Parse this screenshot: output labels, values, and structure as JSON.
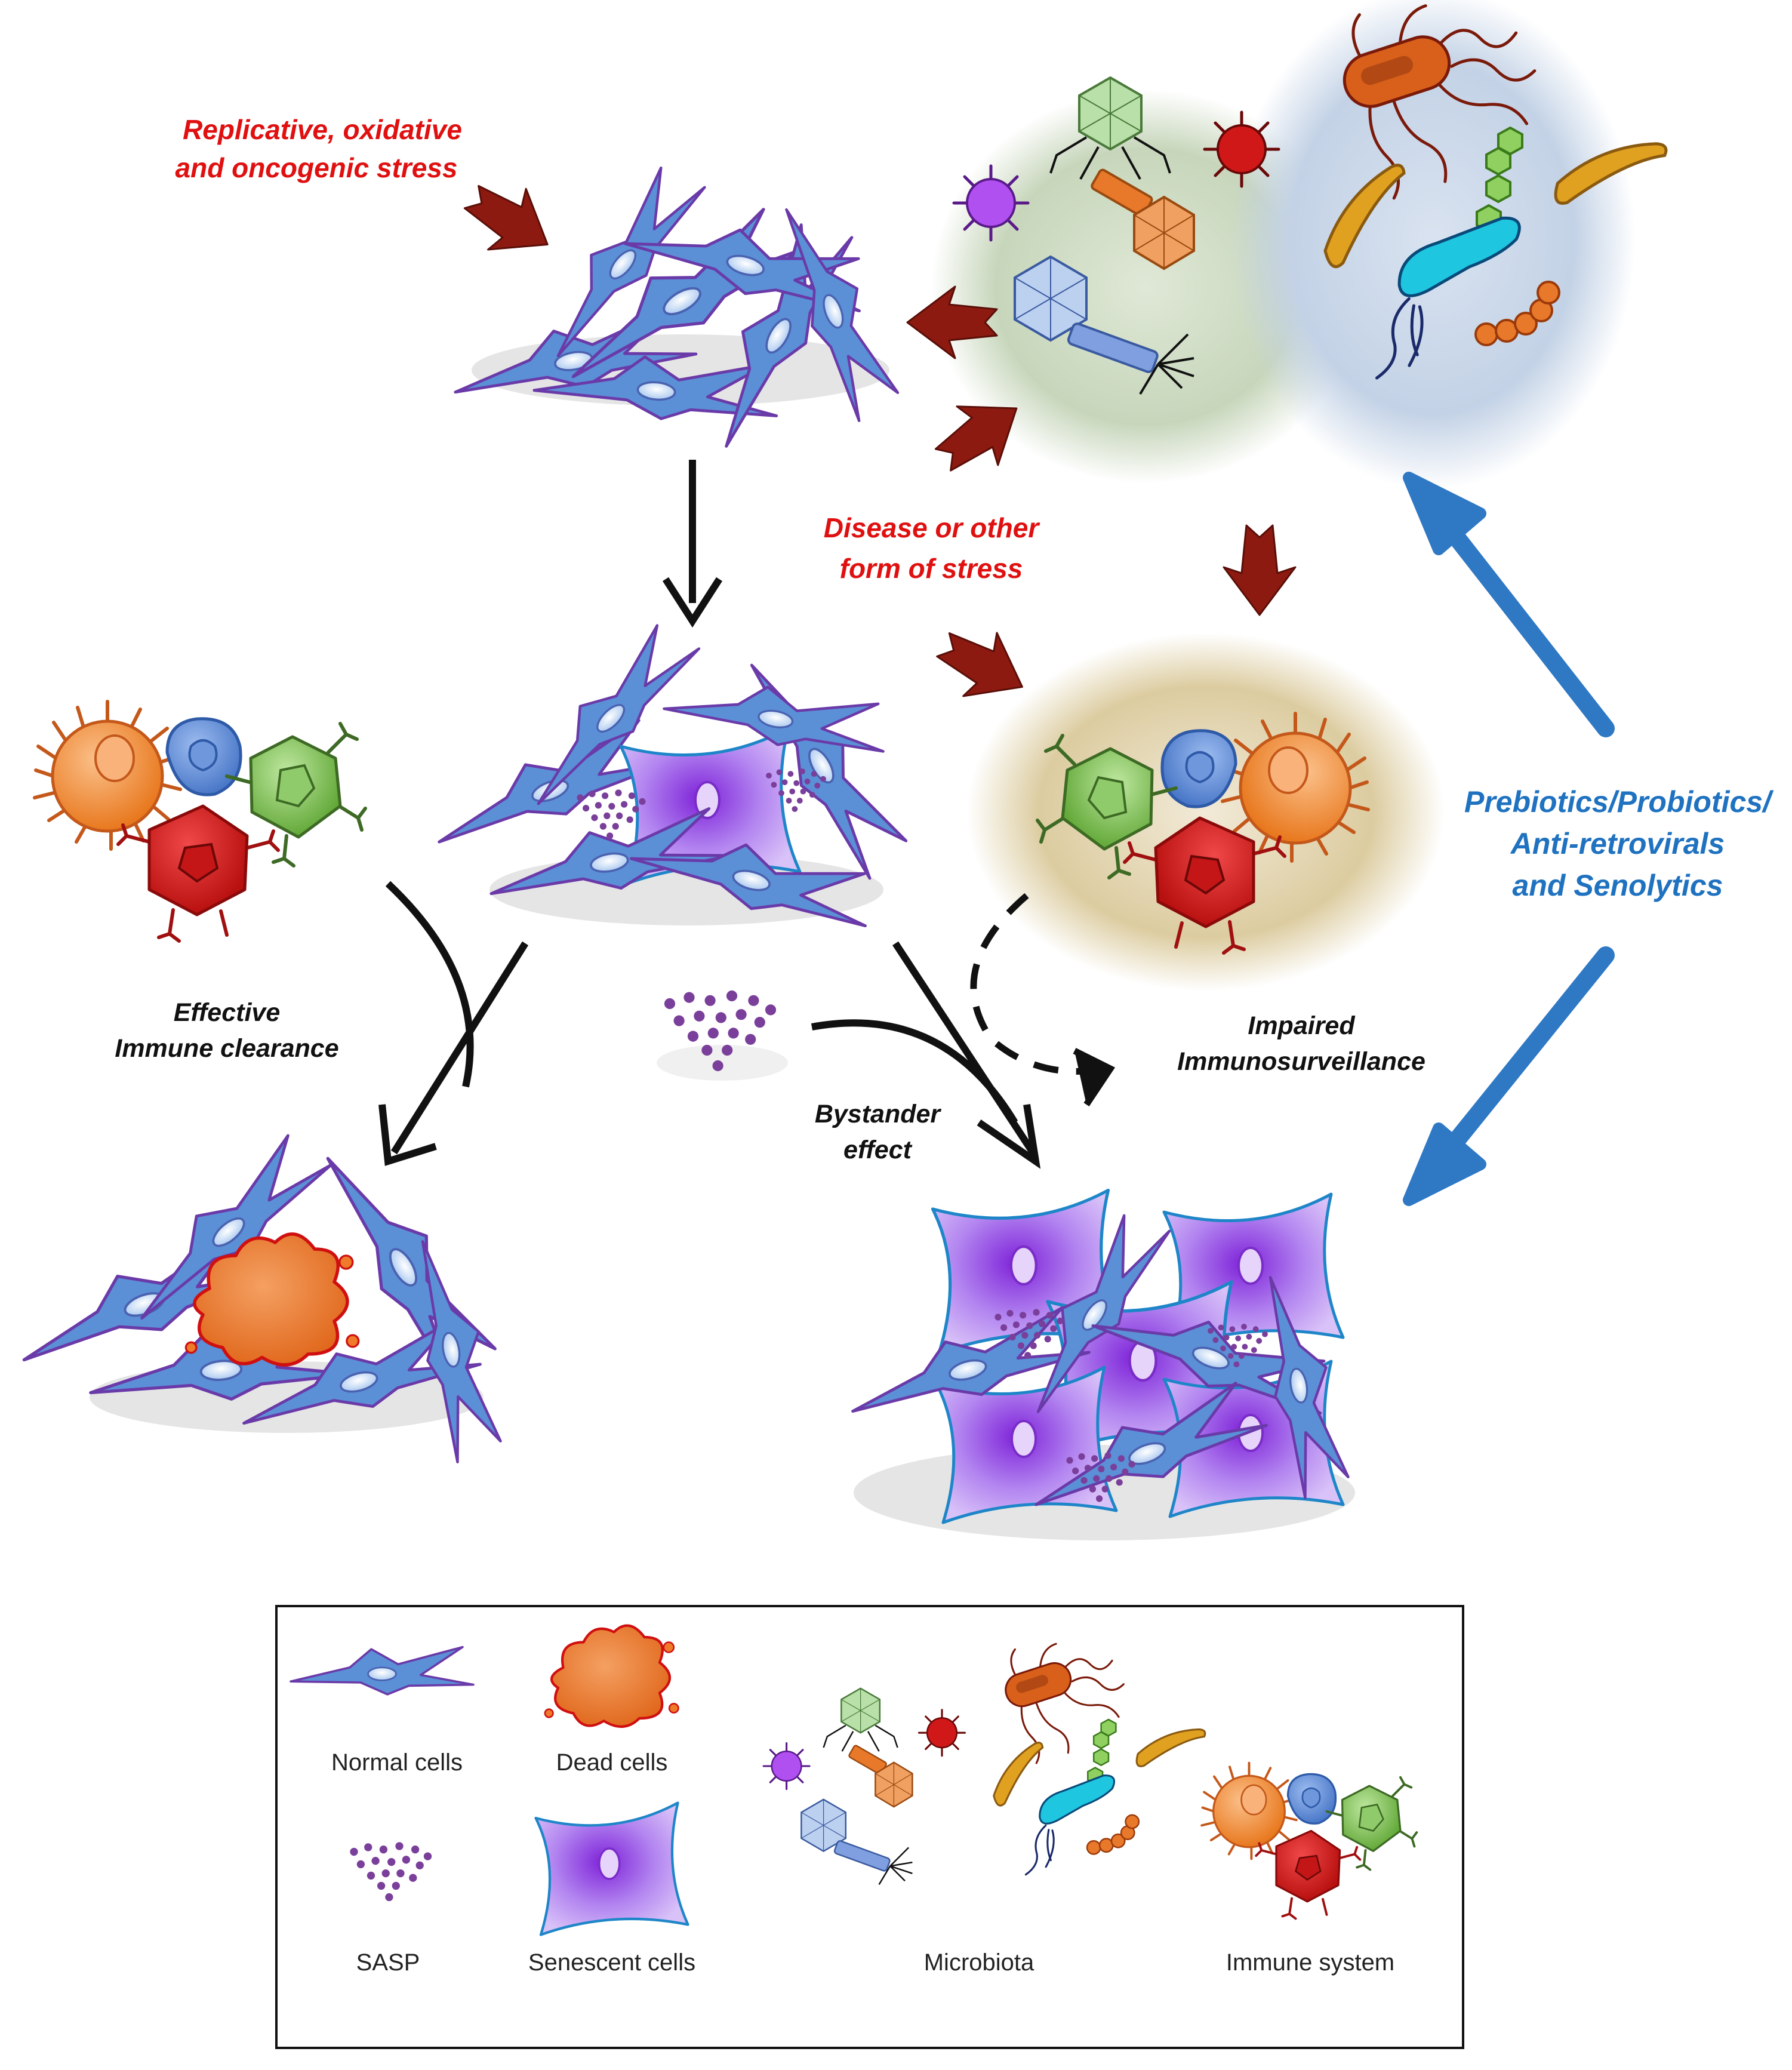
{
  "labels": {
    "stress_line1": "Replicative, oxidative",
    "stress_line2": "and oncogenic stress",
    "disease_line1": "Disease or other",
    "disease_line2": "form of stress",
    "clearance_line1": "Effective",
    "clearance_line2": "Immune clearance",
    "impaired_line1": "Impaired",
    "impaired_line2": "Immunosurveillance",
    "bystander_line1": "Bystander",
    "bystander_line2": "effect",
    "treatment_line1": "Prebiotics/Probiotics/",
    "treatment_line2": "Anti-retrovirals",
    "treatment_line3": "and Senolytics"
  },
  "legend": {
    "normal_cells": "Normal cells",
    "dead_cells": "Dead cells",
    "sasp": "SASP",
    "senescent_cells": "Senescent cells",
    "microbiota": "Microbiota",
    "immune_system": "Immune system"
  },
  "colors": {
    "stress_text": "#e01010",
    "treatment_text": "#1f72c0",
    "stress_arrow": "#8c1a10",
    "treatment_arrow": "#2f78c4",
    "normal_cell": "#5b8fd6",
    "senescent_cell": "#a070e8",
    "dead_cell": "#ee7a2a",
    "sasp_dot": "#7a3f9a"
  },
  "icons": [
    "normal-cell-icon",
    "dead-cell-icon",
    "sasp-icon",
    "senescent-cell-icon",
    "microbiota-icon",
    "immune-cells-icon",
    "virus-icon",
    "bacteriophage-icon",
    "bacterium-icon"
  ]
}
